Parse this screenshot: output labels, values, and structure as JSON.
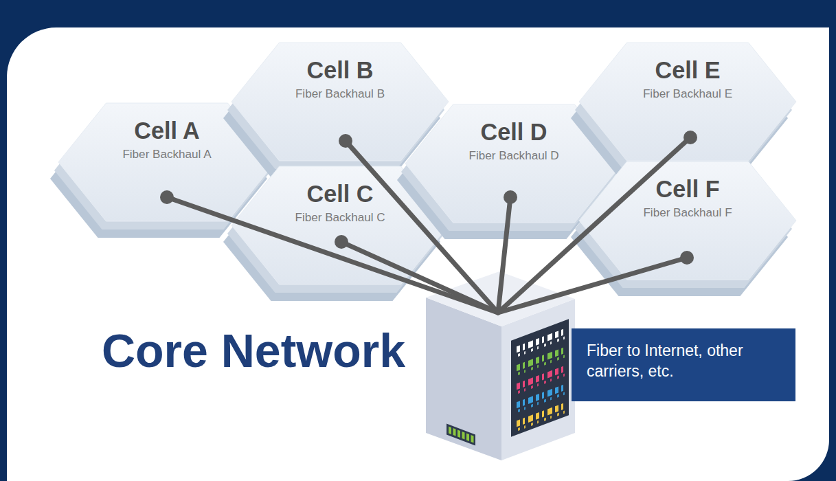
{
  "diagram": {
    "nodes": [
      {
        "text": [
          "Cell A",
          "Fiber Backhaul A"
        ]
      },
      {
        "text": [
          "Cell B",
          "Fiber Backhaul B"
        ]
      },
      {
        "text": [
          "Cell C",
          "Fiber Backhaul C"
        ]
      },
      {
        "text": [
          "Cell D",
          "Fiber Backhaul D"
        ]
      },
      {
        "text": [
          "Cell E",
          "Fiber Backhaul E"
        ]
      },
      {
        "text": [
          "Cell F",
          "Fiber Backhaul F"
        ]
      },
      {
        "text": [
          "Core Network"
        ]
      },
      {
        "text": [
          "Fiber to Internet, other carriers, etc."
        ]
      }
    ],
    "edges": [
      {
        "from": 0,
        "to": 6,
        "arrow": "none"
      },
      {
        "from": 1,
        "to": 6,
        "arrow": "none"
      },
      {
        "from": 2,
        "to": 6,
        "arrow": "none"
      },
      {
        "from": 3,
        "to": 6,
        "arrow": "none"
      },
      {
        "from": 4,
        "to": 6,
        "arrow": "none"
      },
      {
        "from": 5,
        "to": 6,
        "arrow": "none"
      }
    ]
  }
}
